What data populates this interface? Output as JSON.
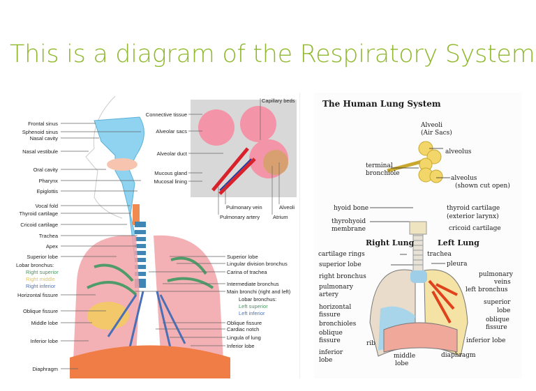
{
  "title": "This is a diagram of the Respiratory System",
  "left_diagram": {
    "head_labels": [
      "Frontal sinus",
      "Sphenoid sinus",
      "Nasal cavity",
      "Nasal vestibule",
      "Oral cavity",
      "Pharynx",
      "Epiglottis",
      "Vocal fold",
      "Thyroid cartilage",
      "Cricoid cartilage",
      "Trachea",
      "Apex",
      "Superior lobe",
      "Lobar bronchus:",
      "Right superior",
      "Right middle",
      "Right inferior",
      "Horizontal fissure",
      "Oblique fissure",
      "Middle lobe",
      "Inferior lobe",
      "Diaphragm"
    ],
    "alveoli_labels": [
      "Capillary beds",
      "Connective tissue",
      "Alveolar sacs",
      "Alveolar duct",
      "Mucous gland",
      "Mucosal lining",
      "Pulmonary vein",
      "Pulmonary artery",
      "Alveoli",
      "Atrium"
    ],
    "right_labels": [
      "Superior lobe",
      "Lingular division bronchus",
      "Carina of trachea",
      "Intermediate bronchus",
      "Main bronchi (right and left)",
      "Lobar bronchus:",
      "Left superior",
      "Left inferior",
      "Oblique fissure",
      "Cardiac notch",
      "Lingula of lung",
      "Inferior lobe"
    ]
  },
  "right_diagram": {
    "title": "The Human Lung System",
    "alveoli": {
      "heading": "Alveoli",
      "heading2": "(Air Sacs)",
      "alveolus": "alveolus",
      "terminal": "terminal",
      "bronchiole": "bronchiole",
      "alveolus_open": "alveolus",
      "shown_cut_open": "(shown cut open)"
    },
    "labels": {
      "hyoid_bone": "hyoid bone",
      "thyrohyoid": "thyrohyoid",
      "membrane": "membrane",
      "thyroid_cartilage": "thyroid cartilage",
      "exterior_larynx": "(exterior larynx)",
      "cricoid_cartilage": "cricoid cartilage",
      "right_lung": "Right Lung",
      "left_lung": "Left Lung",
      "cartilage_rings": "cartilage rings",
      "trachea": "trachea",
      "superior_lobe_r": "superior lobe",
      "pleura": "pleura",
      "right_bronchus": "right bronchus",
      "pulmonary": "pulmonary",
      "veins": "veins",
      "pulmonary_a": "pulmonary",
      "artery": "artery",
      "left_bronchus": "left bronchus",
      "horizontal": "horizontal",
      "fissure_h": "fissure",
      "superior": "superior",
      "lobe_s": "lobe",
      "bronchioles": "bronchioles",
      "oblique_l": "oblique",
      "fissure_ol": "fissure",
      "oblique_r": "oblique",
      "fissure_or": "fissure",
      "rib": "rib",
      "inferior_lobe_l": "inferior lobe",
      "inferior": "inferior",
      "lobe_i": "lobe",
      "middle": "middle",
      "lobe_m": "lobe",
      "diaphragm": "diaphragm"
    }
  }
}
